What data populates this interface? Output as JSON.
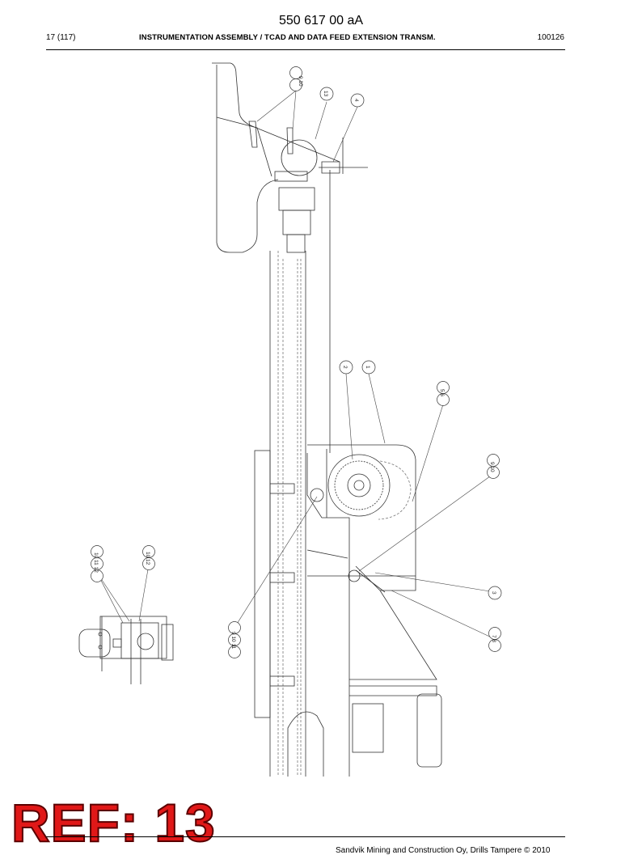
{
  "header": {
    "doc_number": "550 617 00 aA",
    "page": "17 (117)",
    "title": "INSTRUMENTATION ASSEMBLY / TCAD AND DATA FEED EXTENSION TRANSM.",
    "date_code": "100126"
  },
  "callouts": [
    {
      "id": "c-9-10-top",
      "label": "9 10"
    },
    {
      "id": "c-13",
      "label": "13"
    },
    {
      "id": "c-4",
      "label": "4"
    },
    {
      "id": "c-2",
      "label": "2"
    },
    {
      "id": "c-1",
      "label": "1"
    },
    {
      "id": "c-5-6",
      "label": "5 6"
    },
    {
      "id": "c-9-10-right",
      "label": "9 10"
    },
    {
      "id": "c-3",
      "label": "3"
    },
    {
      "id": "c-7-8",
      "label": "7 8"
    },
    {
      "id": "c-9-10-11",
      "label": "9 10 11"
    },
    {
      "id": "c-10-11-12",
      "label": "10 11 12"
    },
    {
      "id": "c-10-12",
      "label": "10 12"
    }
  ],
  "stamp": "REF: 13",
  "footer": "Sandvik Mining and Construction Oy, Drills Tampere © 2010"
}
